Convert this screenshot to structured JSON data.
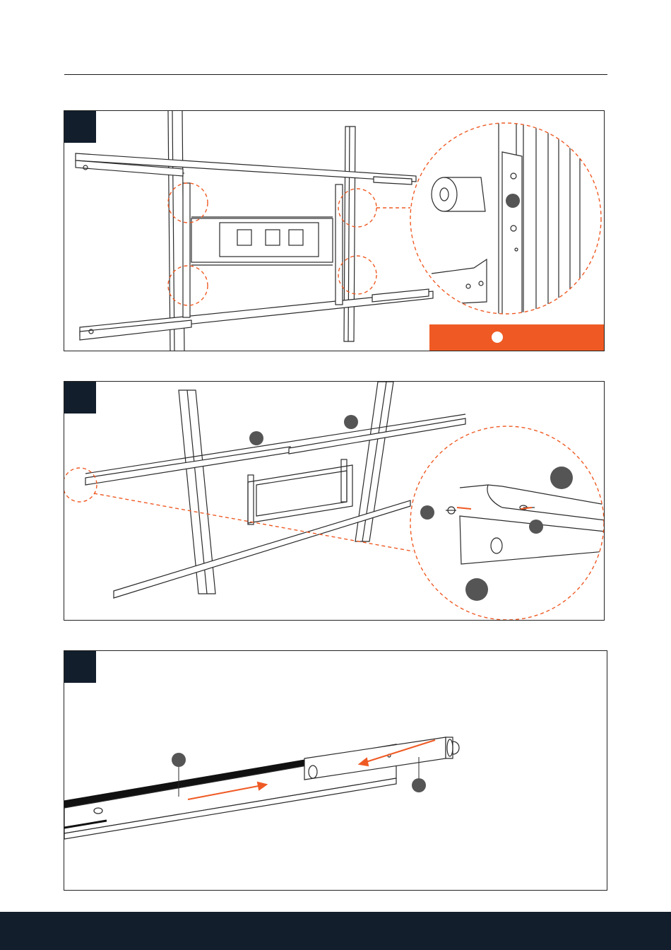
{
  "colors": {
    "navy": "#121e2b",
    "orange": "#ef5a24",
    "callout_gray": "#555555",
    "line": "#2a2a2a"
  },
  "steps": [
    {
      "name": "step-1",
      "has_zoom_callout": true,
      "banner": true
    },
    {
      "name": "step-2",
      "has_zoom_callout": true,
      "banner": false
    },
    {
      "name": "step-3",
      "has_zoom_callout": false,
      "banner": false
    }
  ],
  "icons": {
    "arrow": "arrow-icon",
    "callout_marker": "callout-marker-icon"
  }
}
